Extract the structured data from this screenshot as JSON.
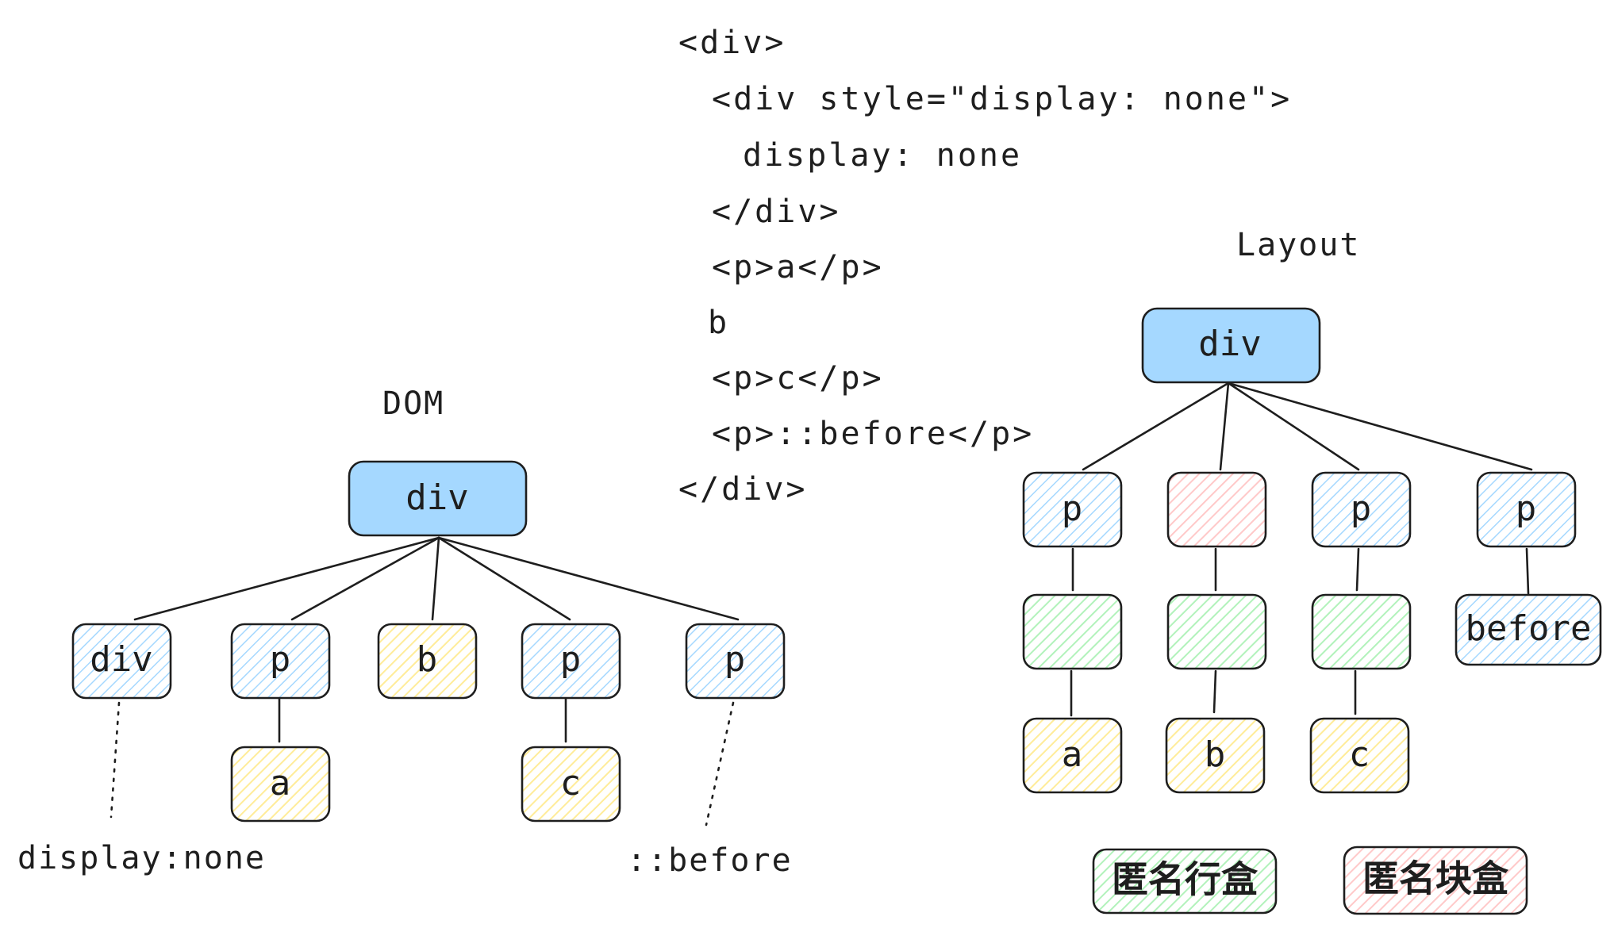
{
  "code_lines": [
    "<div>",
    "<div style=\"display: none\">",
    "display: none",
    "</div>",
    "<p>a</p>",
    "b",
    "<p>c</p>",
    "<p>::before</p>",
    "</div>"
  ],
  "dom": {
    "title": "DOM",
    "root": "div",
    "children": [
      "div",
      "p",
      "b",
      "p",
      "p"
    ],
    "leaves": [
      "a",
      "c"
    ],
    "notes": [
      "display:none",
      "::before"
    ]
  },
  "layout": {
    "title": "Layout",
    "root": "div",
    "level1": [
      "p",
      "",
      "p",
      "p"
    ],
    "level2": [
      "",
      "",
      "",
      "before"
    ],
    "level3": [
      "a",
      "b",
      "c"
    ]
  },
  "legend": {
    "inline_box": "匿名行盒",
    "block_box": "匿名块盒"
  },
  "colors": {
    "root_fill": "#a5d8ff",
    "element_fill": "#a5d8ff",
    "text_fill": "#ffec99",
    "inline_fill": "#b2f2bb",
    "block_fill": "#ffc9c9",
    "stroke": "#1e1e1e"
  }
}
